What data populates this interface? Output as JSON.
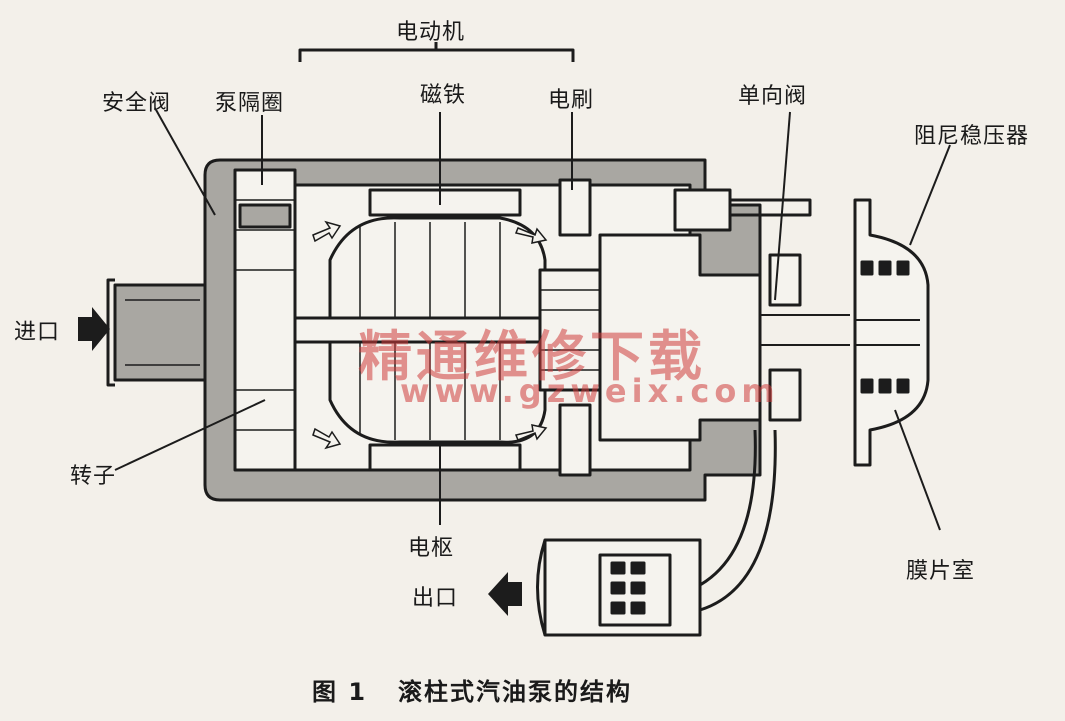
{
  "labels": {
    "motor": "电动机",
    "safety_valve": "安全阀",
    "pump_spacer": "泵隔圈",
    "magnet": "磁铁",
    "brush": "电刷",
    "check_valve": "单向阀",
    "damper": "阻尼稳压器",
    "inlet": "进口",
    "rotor": "转子",
    "armature": "电枢",
    "outlet": "出口",
    "diaphragm_chamber": "膜片室"
  },
  "caption": {
    "figure_no": "图 1",
    "title": "滚柱式汽油泵的结构"
  },
  "watermark": {
    "text": "精通维修下载",
    "url": "www.gzweix.com"
  },
  "colors": {
    "line": "#1c1c1c",
    "fill_gray": "#a9a7a2",
    "fill_light": "#f5f3ee",
    "watermark": "#cd3c3c"
  }
}
